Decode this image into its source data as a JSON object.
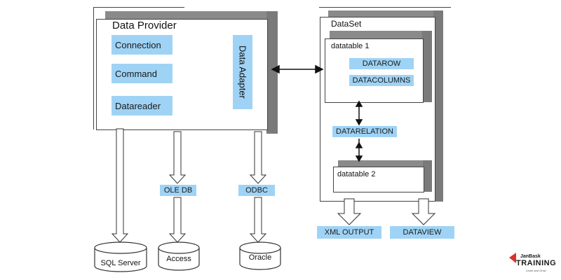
{
  "provider": {
    "title": "Data Provider",
    "items": [
      "Connection",
      "Command",
      "Datareader"
    ],
    "adapter": "Data Adapter"
  },
  "dataset": {
    "title": "DataSet",
    "table1": {
      "title": "datatable 1",
      "items": [
        "DATAROW",
        "DATACOLUMNS"
      ]
    },
    "relation": "DATARELATION",
    "table2": {
      "title": "datatable 2"
    }
  },
  "connectors": {
    "oledb": "OLE DB",
    "odbc": "ODBC"
  },
  "databases": [
    "SQL Server",
    "Access",
    "Oracle"
  ],
  "outputs": [
    "XML OUTPUT",
    "DATAVIEW"
  ],
  "logo": {
    "brand": "JanBask",
    "name": "TRAINING",
    "tagline": "Learn and Grow"
  },
  "colors": {
    "chip": "#9fd3f5",
    "shade": "#7a7a7a",
    "line": "#333333"
  }
}
